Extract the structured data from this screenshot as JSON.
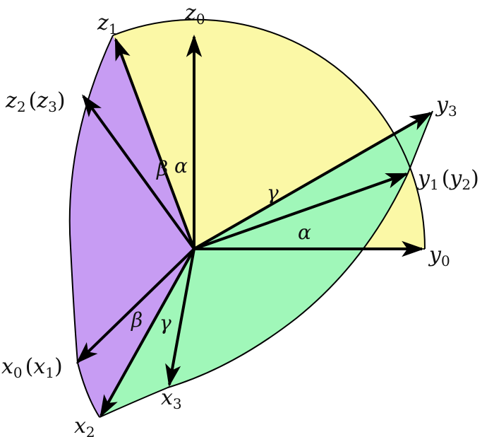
{
  "colors": {
    "yellow_region": "#fbf8a6",
    "purple_region": "#c79cf3",
    "green_region": "#a0f7b9",
    "lines": "#000000"
  },
  "axes": {
    "z0": {
      "base": "z",
      "sub": "0",
      "alt": ""
    },
    "z1": {
      "base": "z",
      "sub": "1",
      "alt": ""
    },
    "z2": {
      "base": "z",
      "sub": "2",
      "alt_base": "z",
      "alt_sub": "3"
    },
    "y3": {
      "base": "y",
      "sub": "3"
    },
    "y1": {
      "base": "y",
      "sub": "1",
      "alt_base": "y",
      "alt_sub": "2"
    },
    "y0": {
      "base": "y",
      "sub": "0"
    },
    "x0": {
      "base": "x",
      "sub": "0",
      "alt_base": "x",
      "alt_sub": "1"
    },
    "x2": {
      "base": "x",
      "sub": "2"
    },
    "x3": {
      "base": "x",
      "sub": "3"
    }
  },
  "angles": {
    "alpha": "α",
    "beta": "β",
    "gamma": "γ"
  }
}
